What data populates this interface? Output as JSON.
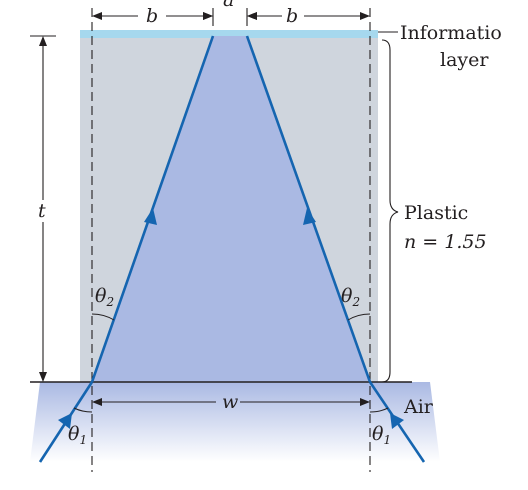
{
  "labels": {
    "b_left": "b",
    "a": "a",
    "b_right": "b",
    "t": "t",
    "info_line1": "Informatio",
    "info_line2": "layer",
    "plastic": "Plastic",
    "n_value": "n = 1.55",
    "theta2_left": "θ",
    "theta2_left_sub": "2",
    "theta2_right": "θ",
    "theta2_right_sub": "2",
    "w": "w",
    "air": "Air",
    "theta1_left": "θ",
    "theta1_left_sub": "1",
    "theta1_right": "θ",
    "theta1_right_sub": "1"
  },
  "colors": {
    "info_layer": "#a6d8ee",
    "plastic": "#cfd5dd",
    "cone": "#aab9e3",
    "ray": "#1565b0",
    "line": "#231f20"
  }
}
